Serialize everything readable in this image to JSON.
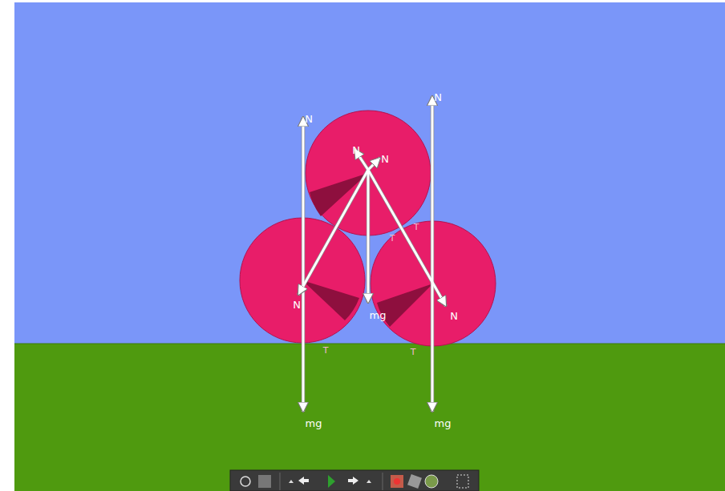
{
  "diagram": {
    "labels": [
      "N",
      "N",
      "N",
      "N",
      "N",
      "N",
      "mg",
      "mg",
      "mg",
      "T",
      "T",
      "T",
      "T"
    ]
  }
}
